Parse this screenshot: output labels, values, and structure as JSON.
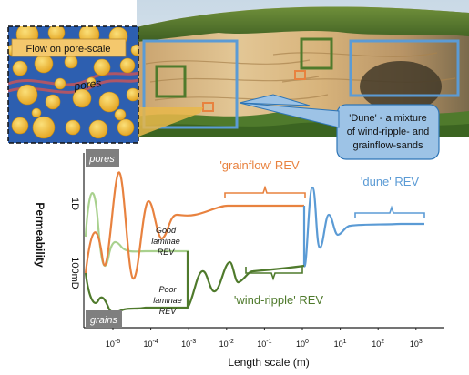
{
  "inset": {
    "title": "Flow on pore-scale",
    "pores_label": "pores"
  },
  "callout": {
    "text_lines": [
      "'Dune' - a mixture",
      "of wind-ripple- and",
      "grainflow-sands"
    ]
  },
  "plot": {
    "ylabel": "Permeability",
    "xlabel": "Length scale (m)",
    "y_ticks": [
      "1D",
      "100mD"
    ],
    "x_tick_exponents": [
      "-5",
      "-4",
      "-3",
      "-2",
      "-1",
      "0",
      "1",
      "2",
      "3"
    ],
    "box_top": "pores",
    "box_bottom": "grains",
    "annotations": {
      "grainflow": "'grainflow' REV",
      "dune": "'dune' REV",
      "wind_ripple": "'wind-ripple' REV",
      "good_laminae": [
        "Good",
        "laminae",
        "REV"
      ],
      "poor_laminae": [
        "Poor",
        "laminae",
        "REV"
      ]
    }
  },
  "colors": {
    "orange": "#e8823f",
    "blue": "#5b9bd5",
    "dark_green": "#4f7a2c",
    "light_green": "#a9d18e",
    "callout_fill": "#9dc3e6",
    "inset_bg": "#2d5fb0",
    "grain_yellow": "#f3c53a"
  }
}
